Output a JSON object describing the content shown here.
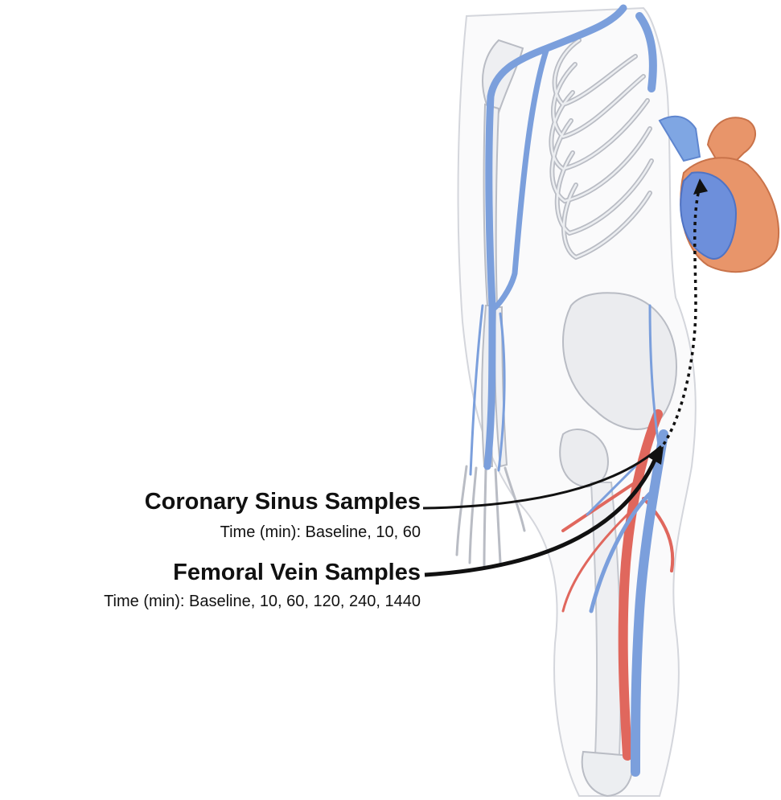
{
  "labels": {
    "coronary": {
      "title": "Coronary Sinus Samples",
      "times": "Time (min): Baseline, 10, 60"
    },
    "femoral": {
      "title": "Femoral Vein Samples",
      "times": "Time (min): Baseline, 10, 60, 120, 240, 1440"
    }
  },
  "colors": {
    "vein": "#7b9fdc",
    "vein_dark": "#5f86cf",
    "artery": "#e0675d",
    "bone": "#e9e9ec",
    "bone_stroke": "#b9bcc4",
    "heart_muscle": "#e8956a",
    "heart_blue": "#6d8fdb",
    "arrow": "#111111"
  }
}
